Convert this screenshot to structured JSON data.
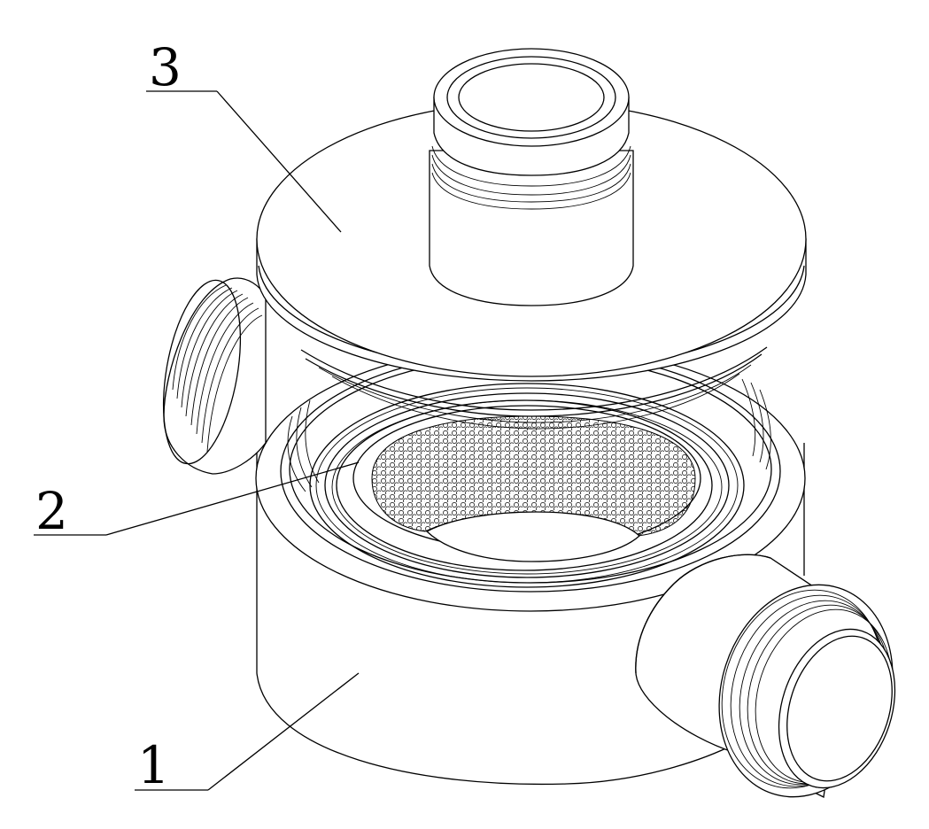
{
  "callouts": [
    {
      "id": "1",
      "text": "1"
    },
    {
      "id": "2",
      "text": "2"
    },
    {
      "id": "3",
      "text": "3"
    }
  ],
  "style": {
    "line_color": "#000000",
    "background": "#ffffff"
  }
}
